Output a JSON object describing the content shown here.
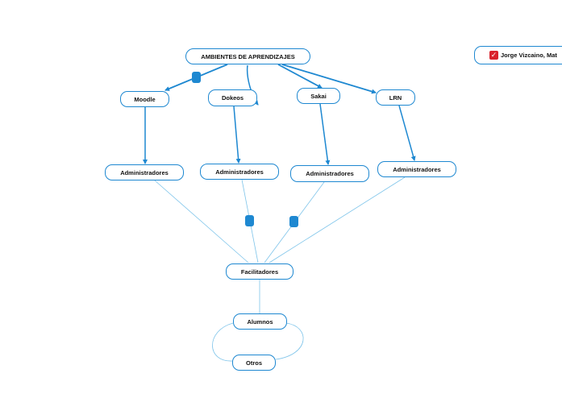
{
  "diagram": {
    "root": "AMBIENTES DE APRENDIZAJES",
    "platforms": [
      "Moodle",
      "Dokeos",
      "Sakai",
      "LRN"
    ],
    "admin_label": "Administradores",
    "facilitators": "Facilitadores",
    "students": "Alumnos",
    "others": "Otros",
    "side_topic": "Jorge Vizcaino, Mat",
    "side_icon": "checkbox-checked-icon",
    "accent_color": "#1e88d1",
    "check_color": "#d9232d"
  }
}
